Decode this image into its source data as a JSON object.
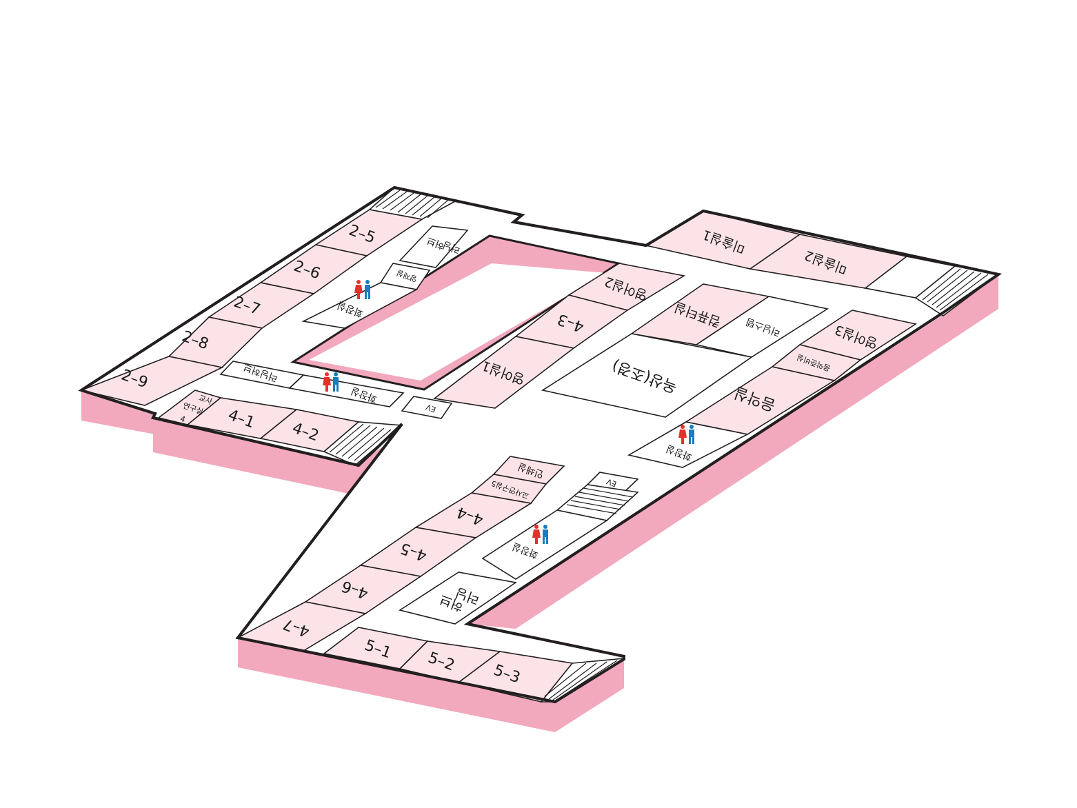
{
  "colors": {
    "room_fill": "#fbe3e8",
    "side_wall": "#f2a8bd",
    "corridor": "#ffffff",
    "outline": "#231f20",
    "restroom_female": "#e4322b",
    "restroom_male": "#1a7cc1"
  },
  "rooms": {
    "r2_5": "2–5",
    "r2_6": "2–6",
    "r2_7": "2–7",
    "r2_8": "2–8",
    "r2_9": "2–9",
    "r4_1": "4–1",
    "r4_2": "4–2",
    "r4_3": "4–3",
    "r4_4": "4–4",
    "r4_5": "4–5",
    "r4_6": "4–6",
    "r4_7": "4–7",
    "r5_1": "5–1",
    "r5_2": "5–2",
    "r5_3": "5–3",
    "art1": "미술실1",
    "art2": "미술실2",
    "english1": "영어실1",
    "english2": "영어실2",
    "english3": "영어실3",
    "computer": "컴퓨터실",
    "learning_system": "러닝스템",
    "rooftop": "옥상(조경)",
    "music": "음악실",
    "music_prep": "음악준비실",
    "print": "인쇄실",
    "teacher_lab5": "교사연구실5",
    "teacher_lab4_line1": "교사",
    "teacher_lab4_line2": "연구실",
    "teacher_lab4_num": "4",
    "hub_top_line1": "러닝",
    "hub_top_line2": "허브",
    "hub_left": "러닝허브",
    "hub_bottom_line1": "러닝",
    "hub_bottom_line2": "허브",
    "storage": "양재실",
    "ev1": "EV",
    "ev2": "EV"
  },
  "restrooms": {
    "label": "화장실",
    "icon": "restroom-icon"
  }
}
